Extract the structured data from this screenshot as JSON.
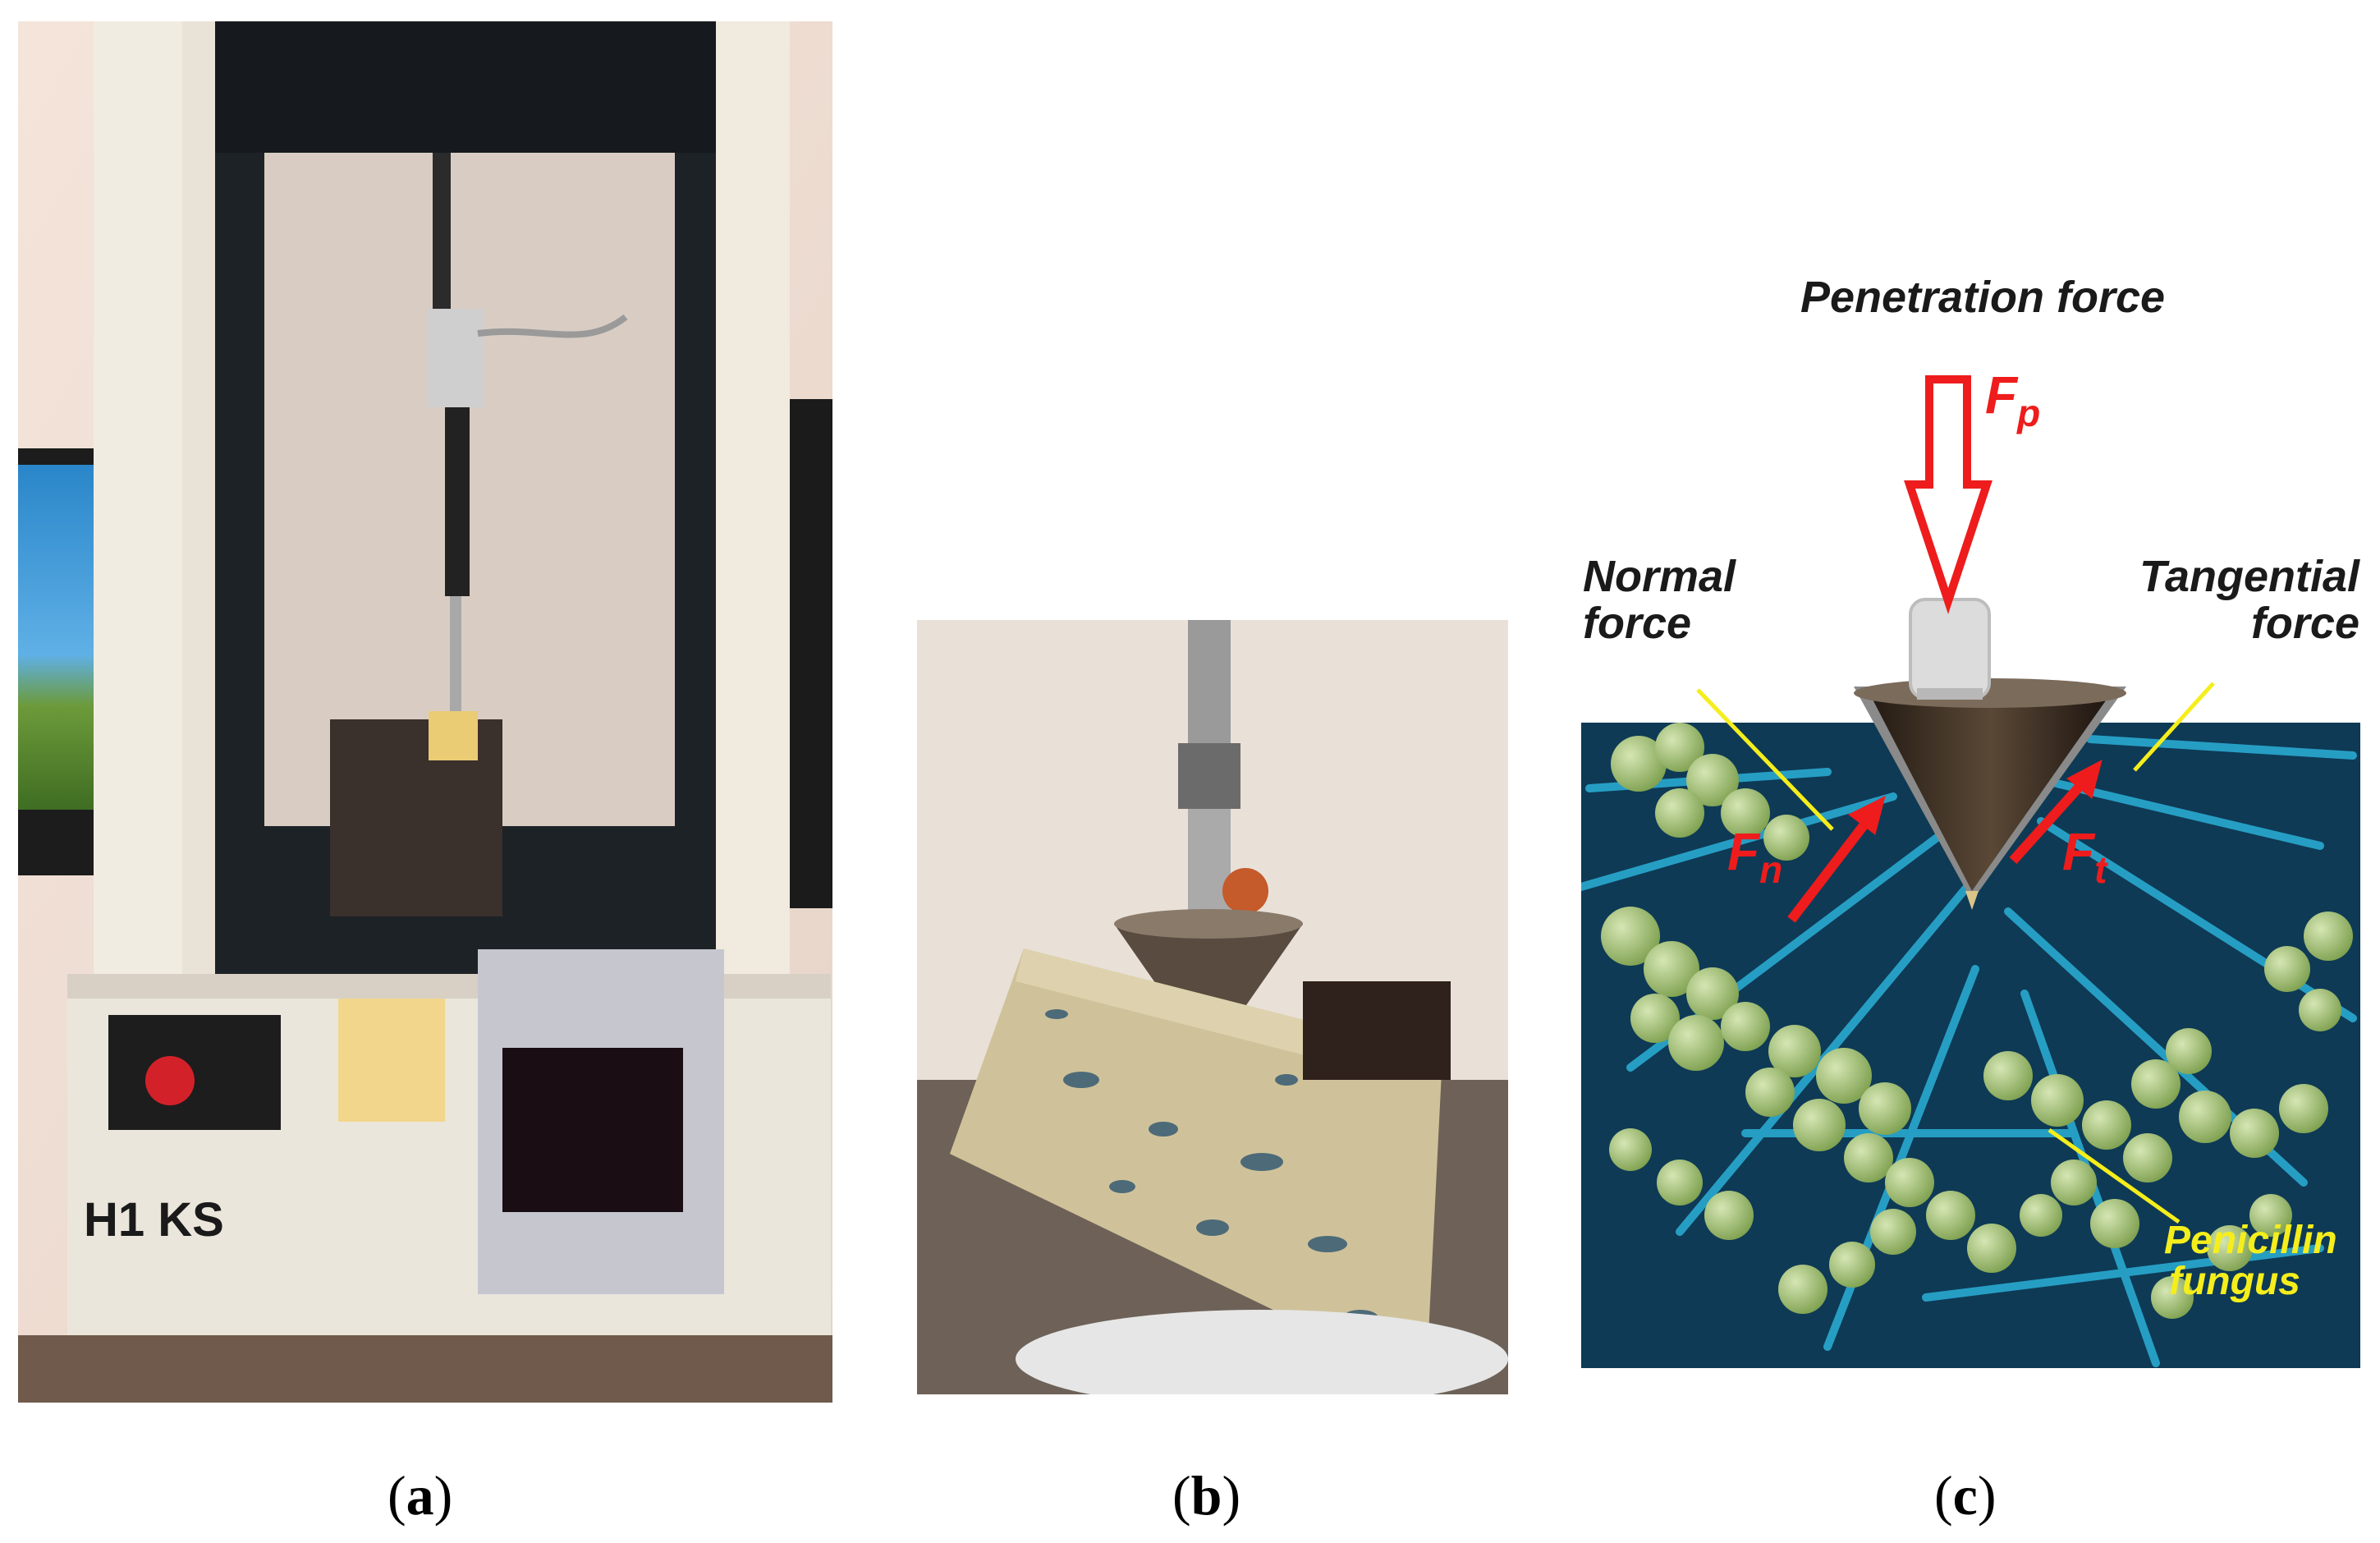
{
  "captions": {
    "a": "a",
    "b": "b",
    "c": "c"
  },
  "panel_a": {
    "machine_label": "H1  KS"
  },
  "panel_c": {
    "penetration_force": "Penetration force",
    "fp_main": "F",
    "fp_sub": "p",
    "normal_force_line1": "Normal",
    "normal_force_line2": "force",
    "tangential_force_line1": "Tangential",
    "tangential_force_line2": "force",
    "fn_main": "F",
    "fn_sub": "n",
    "ft_main": "F",
    "ft_sub": "t",
    "fungus_line1": "Penicillin",
    "fungus_line2": "fungus"
  },
  "colors": {
    "force_arrow": "#ee1c1c",
    "leader_line": "#f5ee1c",
    "fungus_green": "#a7c479",
    "fungus_blue": "#1d9fc6"
  }
}
